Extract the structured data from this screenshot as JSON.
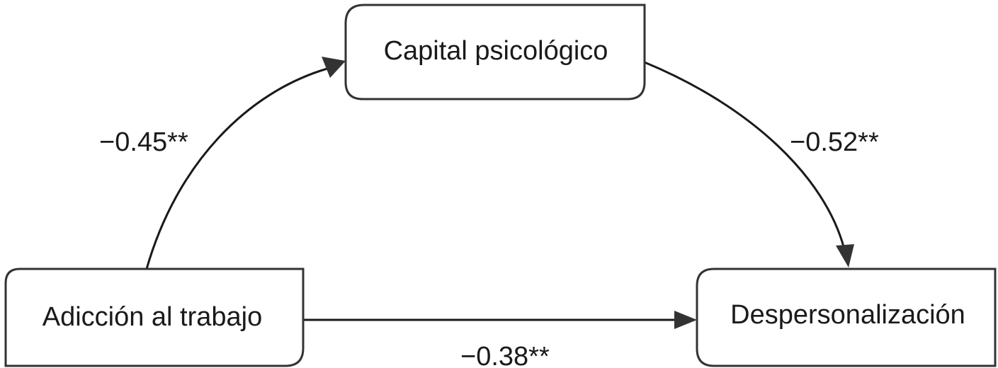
{
  "nodes": {
    "mediator": {
      "label": "Capital psicológico"
    },
    "predictor": {
      "label": "Adicción al trabajo"
    },
    "outcome": {
      "label": "Despersonalización"
    }
  },
  "paths": {
    "a": {
      "coefficient": "−0.45**"
    },
    "b": {
      "coefficient": "−0.52**"
    },
    "c": {
      "coefficient": "−0.38**"
    }
  },
  "colors": {
    "stroke": "#333333",
    "text": "#1a1a1a",
    "background": "#ffffff"
  }
}
